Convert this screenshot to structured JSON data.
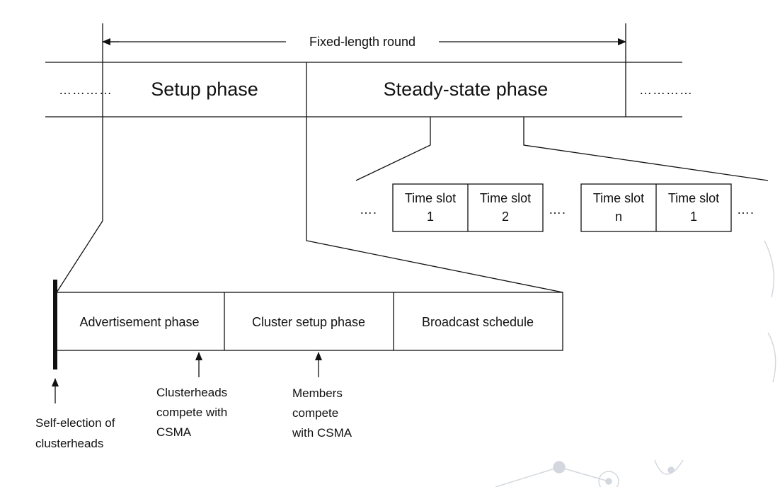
{
  "colors": {
    "line": "#111111",
    "background": "#ffffff",
    "watermark": "#c9cfd6"
  },
  "round": {
    "label": "Fixed-length round",
    "dots_left": "…………",
    "setup_label": "Setup phase",
    "steady_label": "Steady-state phase",
    "dots_right": "…………"
  },
  "slots": {
    "dots_before": "….",
    "dots_mid": "….",
    "dots_after": "….",
    "items": [
      {
        "line1": "Time slot",
        "line2": "1"
      },
      {
        "line1": "Time slot",
        "line2": "2"
      },
      {
        "line1": "Time slot",
        "line2": "n"
      },
      {
        "line1": "Time slot",
        "line2": "1"
      }
    ]
  },
  "setup_detail": {
    "phases": [
      "Advertisement phase",
      "Cluster setup phase",
      "Broadcast schedule"
    ]
  },
  "annotations": {
    "self_election": [
      "Self-election of",
      "clusterheads"
    ],
    "clusterheads": [
      "Clusterheads",
      "compete with",
      "CSMA"
    ],
    "members": [
      "Members",
      "compete",
      "with CSMA"
    ]
  },
  "decoration": {
    "watermark_icon": "network-nodes-icon"
  }
}
